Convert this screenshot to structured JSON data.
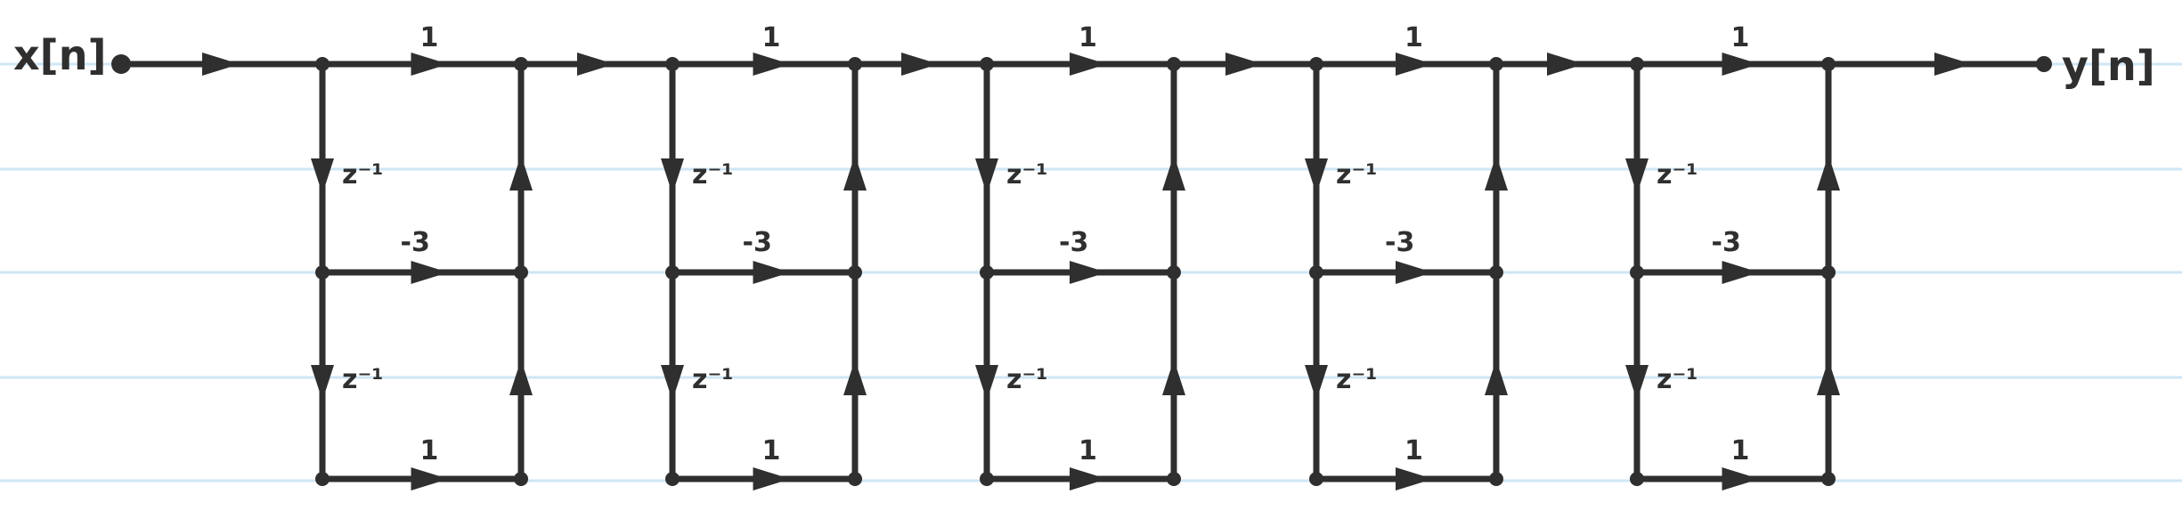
{
  "input_label": "x[n]",
  "output_label": "y[n]",
  "delay_label": "z⁻¹",
  "sections": [
    {
      "top_gain": "1",
      "middle_gain": "-3",
      "bottom_gain": "1"
    },
    {
      "top_gain": "1",
      "middle_gain": "-3",
      "bottom_gain": "1"
    },
    {
      "top_gain": "1",
      "middle_gain": "-3",
      "bottom_gain": "1"
    },
    {
      "top_gain": "1",
      "middle_gain": "-3",
      "bottom_gain": "1"
    },
    {
      "top_gain": "1",
      "middle_gain": "-3",
      "bottom_gain": "1"
    }
  ],
  "colors": {
    "ink": "#2f2f2f",
    "ruled_line": "#cfe6f6",
    "paper": "#ffffff"
  }
}
